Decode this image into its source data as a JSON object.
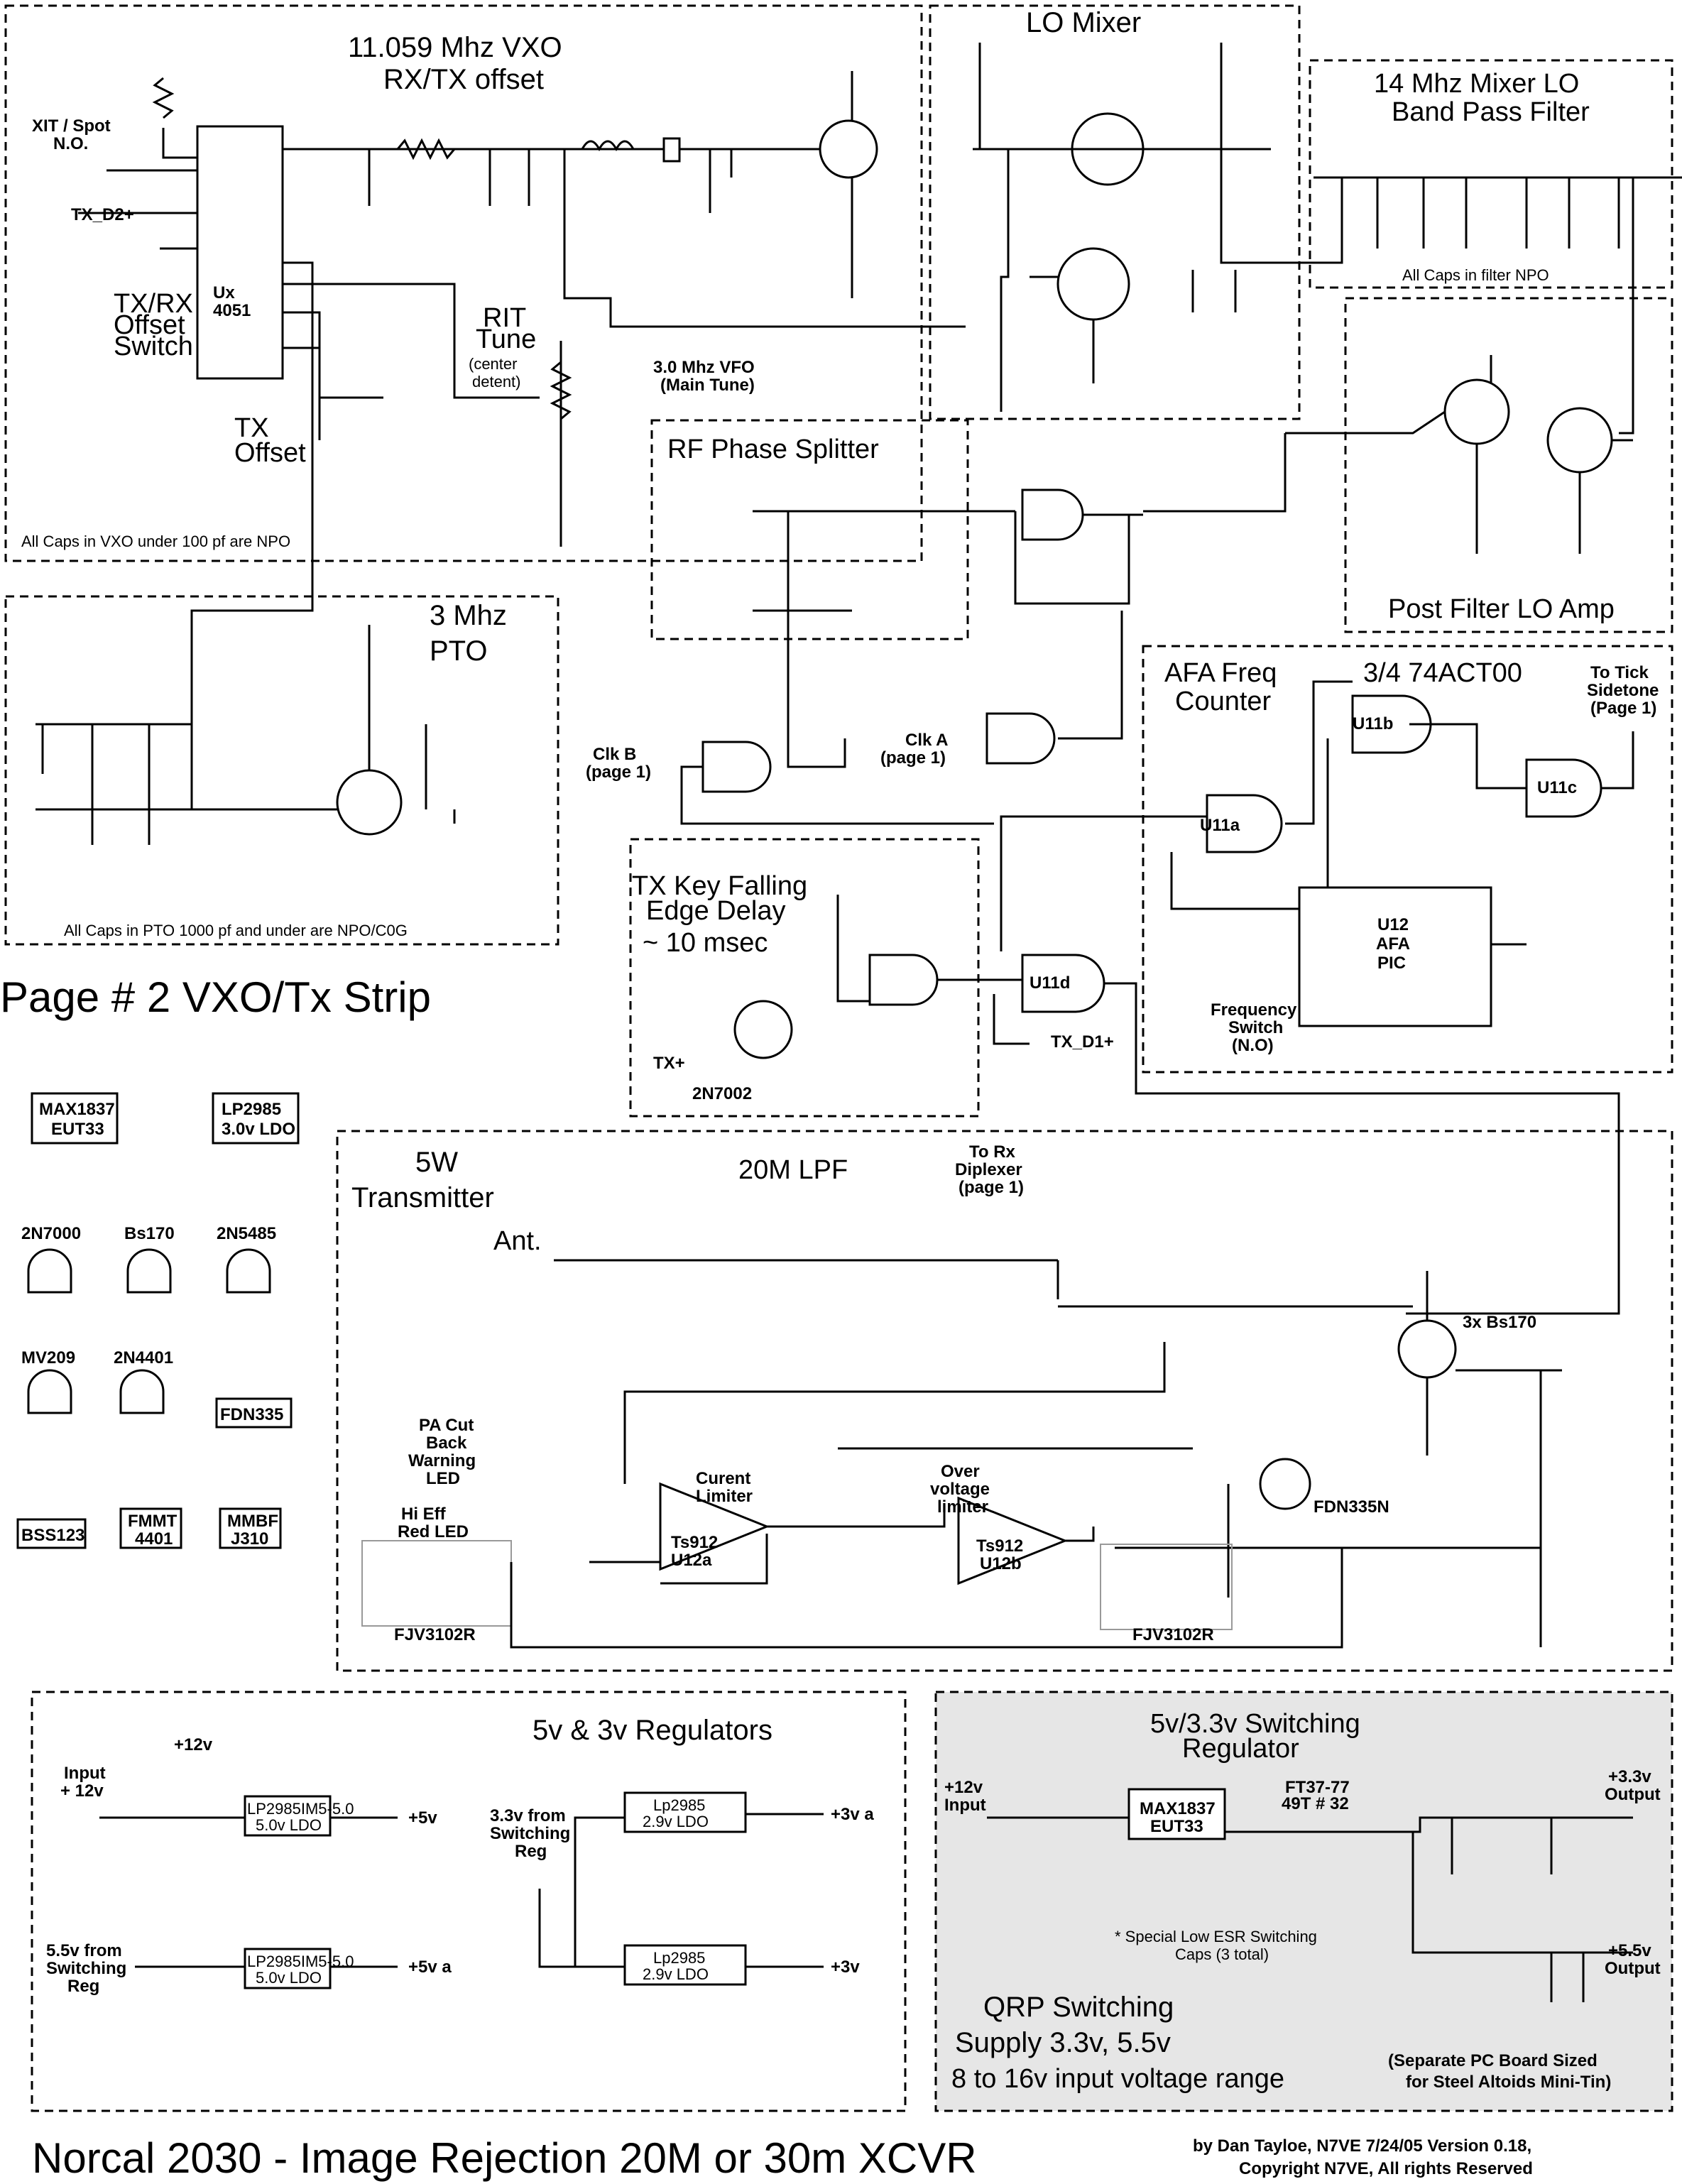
{
  "sections": {
    "vxo": {
      "title1": "11.059 Mhz VXO",
      "title2": "RX/TX offset",
      "note": "All Caps in VXO under 100 pf are NPO"
    },
    "lo_mixer": {
      "title": "LO Mixer"
    },
    "bpf": {
      "title1": "14 Mhz Mixer LO",
      "title2": "Band Pass Filter",
      "note": "All Caps in filter NPO"
    },
    "post_filter": {
      "title": "Post Filter LO Amp"
    },
    "pto": {
      "title1": "3 Mhz",
      "title2": "PTO",
      "note": "All Caps in PTO 1000 pf and under are NPO/C0G"
    },
    "phase_splitter": {
      "title": "RF Phase Splitter"
    },
    "afa": {
      "title1": "AFA Freq",
      "title2": "Counter",
      "chip": "3/4 74ACT00"
    },
    "tx_key": {
      "title1": "TX Key Falling",
      "title2": "Edge Delay",
      "title3": "~ 10 msec"
    },
    "transmitter": {
      "title1": "5W",
      "title2": "Transmitter",
      "lpf": "20M LPF"
    },
    "regulators": {
      "title": "5v & 3v Regulators"
    },
    "switching": {
      "title1": "5v/3.3v Switching",
      "title2": "Regulator",
      "qrp1": "QRP Switching",
      "qrp2": "Supply 3.3v, 5.5v",
      "qrp3": "8 to 16v input voltage range",
      "board1": "(Separate PC Board Sized",
      "board2": "for Steel Altoids Mini-Tin)",
      "esr1": "* Special Low ESR Switching",
      "esr2": "Caps (3 total)"
    }
  },
  "page_label": "Page # 2  VXO/Tx Strip",
  "footer": {
    "title": "Norcal 2030 - Image Rejection 20M or 30m XCVR",
    "credit1": "by Dan Tayloe, N7VE  7/24/05  Version 0.18,",
    "credit2": "Copyright N7VE, All rights Reserved"
  },
  "labels": {
    "xit": "XIT / Spot",
    "no": "N.O.",
    "txd2": "TX_D2+",
    "ux": "Ux",
    "chip4051": "4051",
    "offset1": "TX/RX",
    "offset2": "Offset",
    "offset3": "Switch",
    "rit1": "RIT",
    "rit2": "Tune",
    "rit3": "(center",
    "rit4": "detent)",
    "txoff1": "TX",
    "txoff2": "Offset",
    "vfo1": "3.0 Mhz VFO",
    "vfo2": "(Main Tune)",
    "clkb1": "Clk B",
    "clkb2": "(page 1)",
    "clka1": "Clk A",
    "clka2": "(page 1)",
    "tick1": "To Tick",
    "tick2": "Sidetone",
    "tick3": "(Page 1)",
    "u11a": "U11a",
    "u11b": "U11b",
    "u11c": "U11c",
    "u11d": "U11d",
    "u12_1": "U12",
    "u12_2": "AFA",
    "u12_3": "PIC",
    "fsw1": "Frequency",
    "fsw2": "Switch",
    "fsw3": "(N.O)",
    "txd1": "TX_D1+",
    "txp": "TX+",
    "n7002": "2N7002",
    "ant": "Ant.",
    "torx1": "To Rx",
    "torx2": "Diplexer",
    "torx3": "(page 1)",
    "curlim1": "Curent",
    "curlim2": "Limiter",
    "ovlim1": "Over",
    "ovlim2": "voltage",
    "ovlim3": "limiter",
    "pacut1": "PA Cut",
    "pacut2": "Back",
    "pacut3": "Warning",
    "pacut4": "LED",
    "hieff1": "Hi Eff",
    "hieff2": "Red LED",
    "fjv": "FJV3102R",
    "fdn": "FDN335N",
    "bs170": "3x Bs170",
    "ts912a1": "Ts912",
    "ts912a2": "U12a",
    "ts912b1": "Ts912",
    "ts912b2": "U12b",
    "input12_1": "Input",
    "input12_2": "+ 12v",
    "sw55_1": "5.5v from",
    "sw55_2": "Switching",
    "sw55_3": "Reg",
    "sw33_1": "3.3v from",
    "sw33_2": "Switching",
    "sw33_3": "Reg",
    "ldo5a1": "LP2985IM5-5.0",
    "ldo5a2": "5.0v LDO",
    "ldo29_1": "Lp2985",
    "ldo29_2": "2.9v LDO",
    "p5v": "+5v",
    "p5va": "+5v a",
    "p3va": "+3v a",
    "p3v": "+3v",
    "p12v": "+12v",
    "max1": "MAX1837",
    "max2": "EUT33",
    "ft3777": "FT37-77",
    "t49": "49T # 32",
    "out33_1": "+3.3v",
    "out33_2": "Output",
    "out55_1": "+5.5v",
    "out55_2": "Output",
    "in12_1": "+12v",
    "in12_2": "Input",
    "lp3v_1": "LP2985",
    "lp3v_2": "3.0v LDO",
    "max3_1": "MAX1837",
    "max3_2": "EUT33",
    "pk_2n7000": "2N7000",
    "pk_bs170": "Bs170",
    "pk_2n5485": "2N5485",
    "pk_mv209": "MV209",
    "pk_2n4401": "2N4401",
    "pk_fdn335": "FDN335",
    "pk_bss123": "BSS123",
    "pk_fmmt": "FMMT",
    "pk_fmmt2": "4401",
    "pk_mmbf": "MMBF",
    "pk_mmbf2": "J310"
  }
}
